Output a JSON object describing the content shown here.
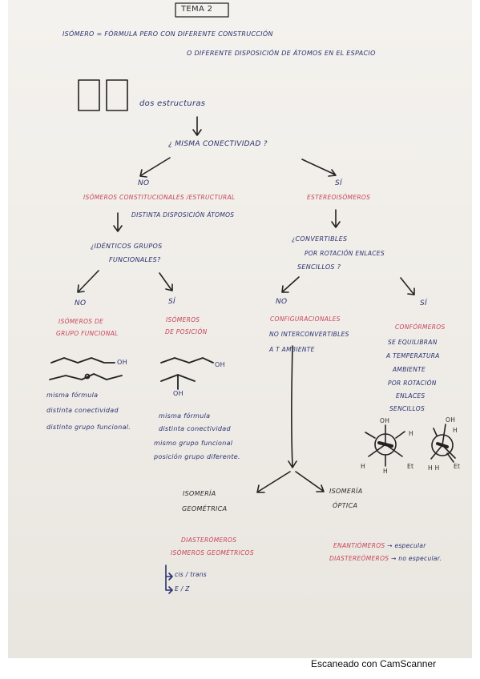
{
  "title": "TEMA 2",
  "definition": {
    "line1": "ISÓMERO = FÓRMULA PERO CON DIFERENTE CONSTRUCCIÓN",
    "line2": "O DIFERENTE DISPOSICIÓN DE ÁTOMOS EN EL ESPACIO"
  },
  "boxes_label": "dos estructuras",
  "q1": "¿ MISMA CONECTIVIDAD ?",
  "left": {
    "answer": "NO",
    "title": "ISÓMEROS CONSTITUCIONALES /ESTRUCTURAL",
    "sub": "DISTINTA DISPOSICIÓN ÁTOMOS",
    "question_l1": "¿IDÉNTICOS GRUPOS",
    "question_l2": "FUNCIONALES?",
    "no": {
      "answer": "NO",
      "title_l1": "ISÓMEROS DE",
      "title_l2": "GRUPO FUNCIONAL",
      "oh": "OH",
      "notes": [
        "misma fórmula",
        "distinta conectividad",
        "distinto grupo funcional."
      ]
    },
    "yes": {
      "answer": "SÍ",
      "title_l1": "ISÓMEROS",
      "title_l2": "DE POSICIÓN",
      "oh1": "OH",
      "oh2": "OH",
      "notes": [
        "misma fórmula",
        "distinta conectividad",
        "mismo grupo funcional",
        "posición grupo diferente."
      ]
    }
  },
  "right": {
    "answer": "SÍ",
    "title": "ESTEREOISÓMEROS",
    "question_l1": "¿CONVERTIBLES",
    "question_l2": "POR ROTACIÓN ENLACES",
    "question_l3": "SENCILLOS ?",
    "no": {
      "answer": "NO",
      "lines": [
        "CONFIGURACIONALES",
        "NO INTERCONVERTIBLES",
        "A T AMBIENTE"
      ]
    },
    "yes": {
      "answer": "SÍ",
      "title": "CONFÓRMEROS",
      "lines": [
        "SE EQUILIBRAN",
        "A TEMPERATURA",
        "AMBIENTE",
        "POR ROTACIÓN",
        "ENLACES",
        "SENCILLOS"
      ],
      "newman1": {
        "oh": "OH",
        "h1": "H",
        "h2": "H",
        "h3": "H",
        "et": "Et"
      },
      "newman2": {
        "oh": "OH",
        "h": "H",
        "hh": "H H",
        "et": "Et"
      }
    }
  },
  "geometric": {
    "title_l1": "ISOMERÍA",
    "title_l2": "GEOMÉTRICA",
    "sub_l1": "DIASTERÓMEROS",
    "sub_l2": "ISÓMEROS GEOMÉTRICOS",
    "items": [
      "cis / trans",
      "E / Z"
    ]
  },
  "optical": {
    "title_l1": "ISOMERÍA",
    "title_l2": "ÓPTICA",
    "line1_red": "ENANTIÓMEROS",
    "line1_rest": "→ especular",
    "line2_red": "DIASTEREÓMEROS",
    "line2_rest": "→ no especular."
  },
  "watermark": "Escaneado con CamScanner",
  "colors": {
    "navy": "#2a3170",
    "red": "#c9445a",
    "ink": "#2b2b2b",
    "paper": "#f2efea"
  }
}
